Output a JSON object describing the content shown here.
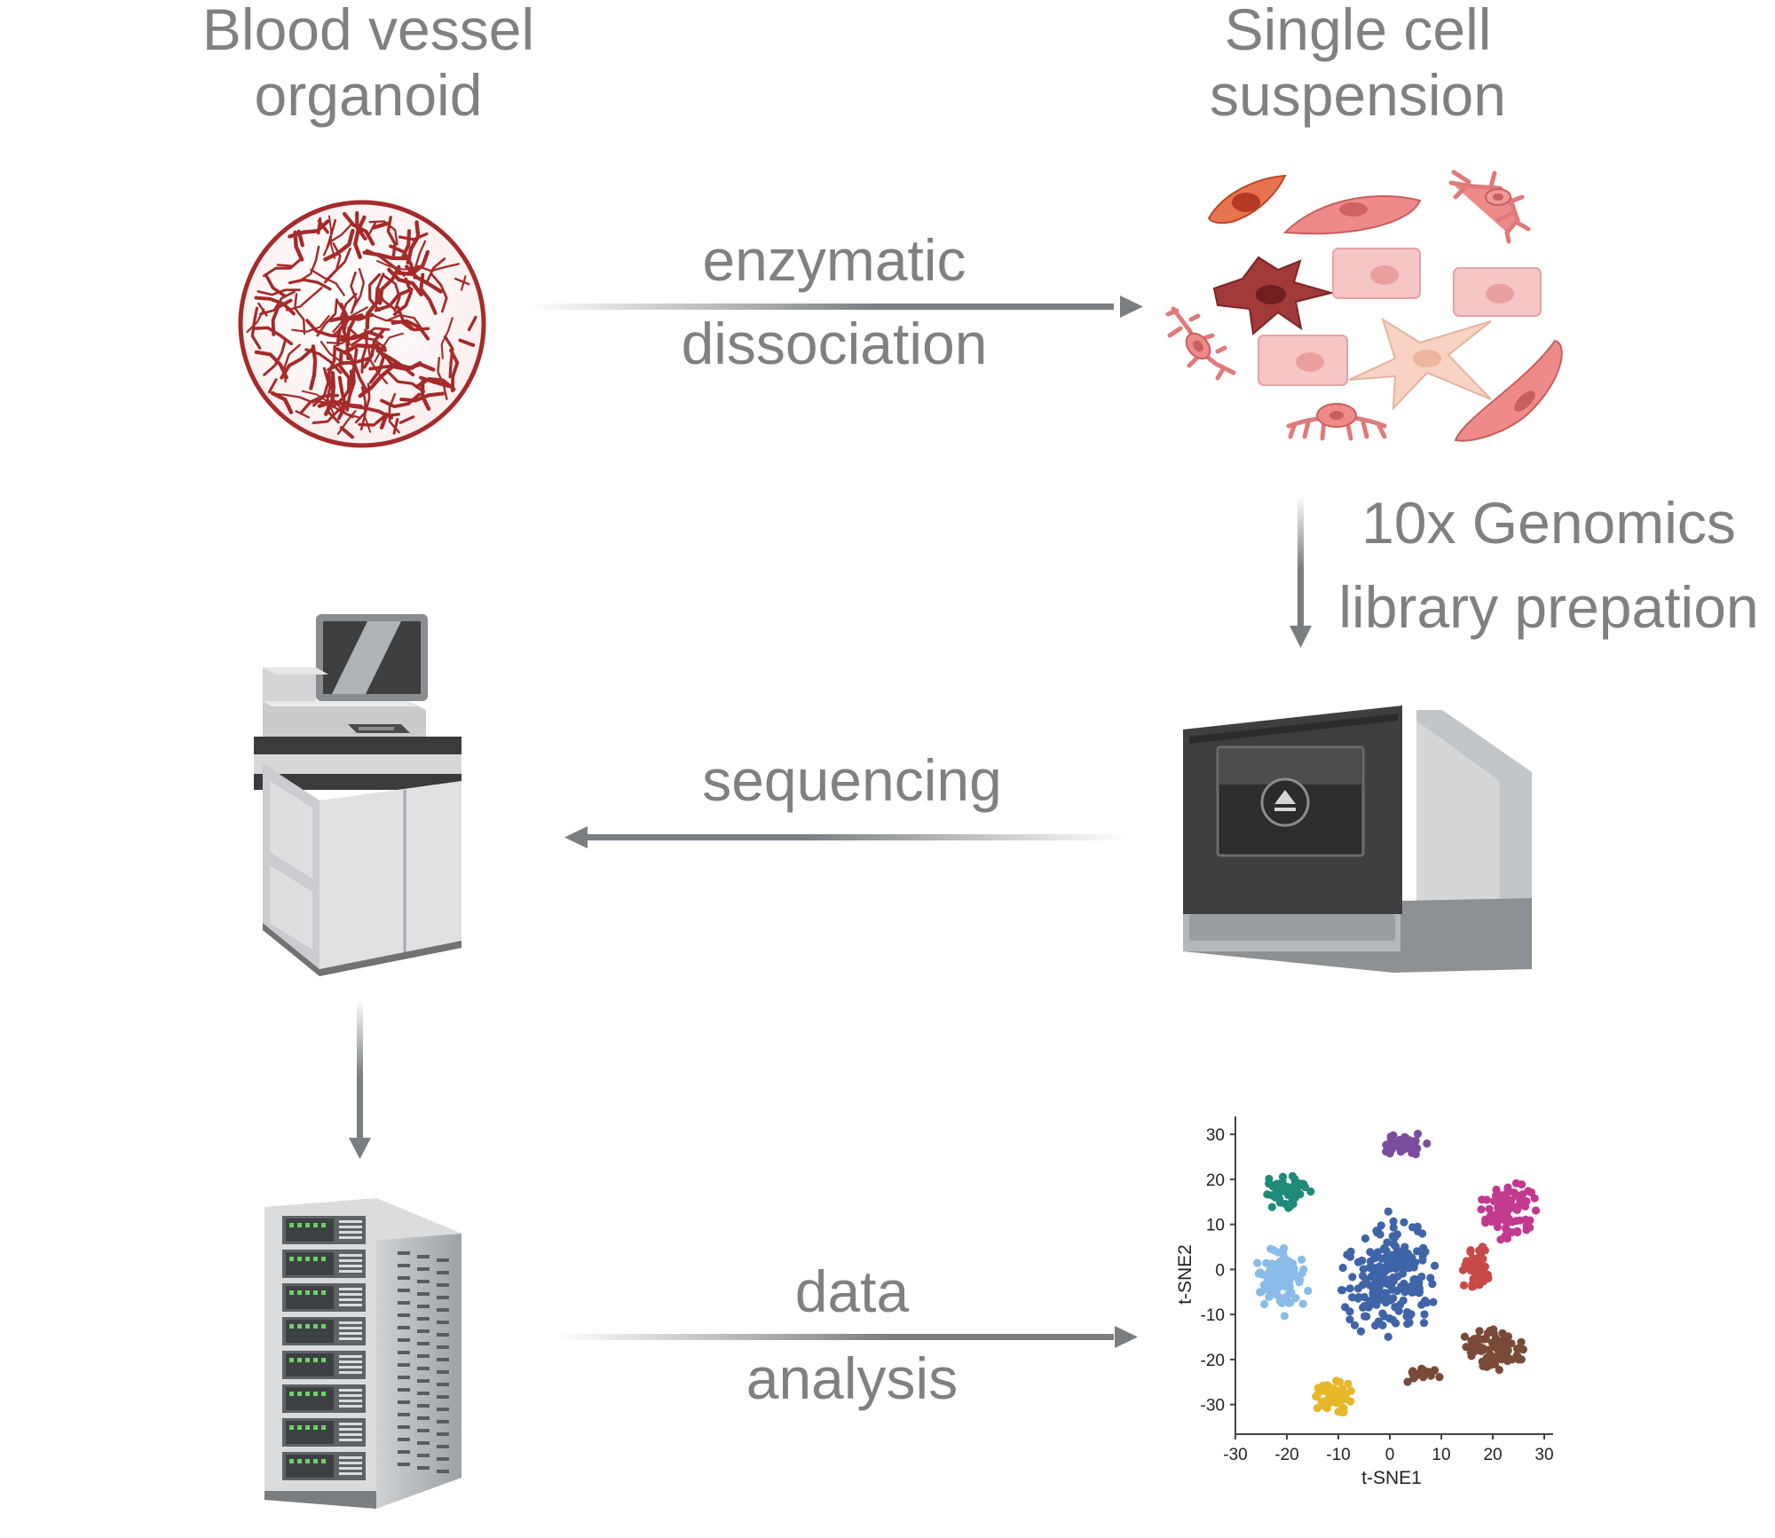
{
  "labels": {
    "organoid_line1": "Blood vessel",
    "organoid_line2": "organoid",
    "suspension_line1": "Single cell",
    "suspension_line2": "suspension",
    "enzymatic_line1": "enzymatic",
    "enzymatic_line2": "dissociation",
    "genomics_line1": "10x Genomics",
    "genomics_line2": "library prepation",
    "sequencing": "sequencing",
    "data_line1": "data",
    "data_line2": "analysis"
  },
  "colors": {
    "label_gray": "#808080",
    "arrow_gray": "#7a7e80",
    "vessel_red": "#a52a2a",
    "cell_pink": "#ef8a8a",
    "cell_dark_red": "#a33a3a"
  },
  "icons": {
    "organoid": "blood-vessel-organoid-icon",
    "cells": "single-cell-suspension-icon",
    "chromium": "10x-chromium-controller-icon",
    "sequencer": "sequencer-machine-icon",
    "server": "server-rack-icon"
  },
  "chart_data": {
    "type": "scatter",
    "title": "",
    "xlabel": "t-SNE1",
    "ylabel": "t-SNE2",
    "xlim": [
      -30,
      30
    ],
    "ylim": [
      -35,
      32
    ],
    "xticks": [
      "-30",
      "-20",
      "-10",
      "0",
      "10",
      "20",
      "30"
    ],
    "yticks": [
      "30",
      "20",
      "10",
      "0",
      "-10",
      "-20",
      "-30"
    ],
    "grid": false,
    "clusters": [
      {
        "color": "#3f64a8",
        "cx": 0,
        "cy": -2,
        "sx": 6,
        "sy": 10,
        "n": 210
      },
      {
        "color": "#1f8a7a",
        "cx": -20,
        "cy": 17.5,
        "sx": 3.2,
        "sy": 3,
        "n": 55
      },
      {
        "color": "#7b4d9e",
        "cx": 3,
        "cy": 27.5,
        "sx": 2.8,
        "sy": 2,
        "n": 35
      },
      {
        "color": "#c13a8f",
        "cx": 23,
        "cy": 13,
        "sx": 3.8,
        "sy": 4.2,
        "n": 90
      },
      {
        "color": "#89bce8",
        "cx": -21,
        "cy": -2.5,
        "sx": 3.6,
        "sy": 5,
        "n": 95
      },
      {
        "color": "#c74a48",
        "cx": 16.5,
        "cy": 0.5,
        "sx": 2,
        "sy": 3.5,
        "n": 45
      },
      {
        "color": "#7a4a38",
        "cx": 20,
        "cy": -17.5,
        "sx": 4.2,
        "sy": 3.2,
        "n": 80
      },
      {
        "color": "#7a4a38",
        "cx": 6,
        "cy": -23.5,
        "sx": 3,
        "sy": 1.2,
        "n": 18
      },
      {
        "color": "#e6b72a",
        "cx": -10.5,
        "cy": -28.5,
        "sx": 2.8,
        "sy": 2.5,
        "n": 55
      }
    ]
  }
}
